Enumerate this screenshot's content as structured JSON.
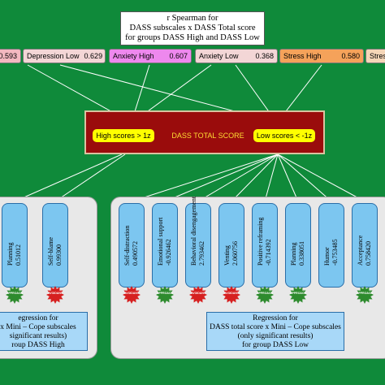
{
  "title": {
    "lines": [
      "r Spearman for",
      "DASS subscales x DASS Total score",
      "for groups DASS High and DASS Low"
    ]
  },
  "subscales": [
    {
      "label": "",
      "value": "0.593",
      "color": "#f3b8c0"
    },
    {
      "label": "Depression Low",
      "value": "0.629",
      "color": "#f3d6d6"
    },
    {
      "label": "Anxiety High",
      "value": "0.607",
      "color": "#ee88ee"
    },
    {
      "label": "Anxiety Low",
      "value": "0.368",
      "color": "#f3d6d6"
    },
    {
      "label": "Stress High",
      "value": "0.580",
      "color": "#f5a25a"
    },
    {
      "label": "Stres",
      "value": "",
      "color": "#f5d6b8"
    }
  ],
  "dass": {
    "center_label": "DASS TOTAL SCORE",
    "high_label": "High scores > 1z",
    "low_label": "Low scores < -1z",
    "box_color": "#9a0c0c",
    "pill_color": "#ffff00"
  },
  "high_group": {
    "items": [
      {
        "label": "Planning",
        "value": "0.51012",
        "badge": "approach"
      },
      {
        "label": "Self-blame",
        "value": "0.99300",
        "badge": "avoidant"
      }
    ],
    "regression": [
      "egression for",
      "x Mini – Cope subscales",
      "significant results)",
      "roup DASS High"
    ]
  },
  "low_group": {
    "items": [
      {
        "label": "Self-distraction",
        "value": "0.490572",
        "badge": "avoidant"
      },
      {
        "label": "Emotional support",
        "value": "-0.926462",
        "badge": "approach"
      },
      {
        "label": "Behavioral disengagement",
        "value": "2.793462",
        "badge": "avoidant"
      },
      {
        "label": "Venting",
        "value": "2.060756",
        "badge": "avoidant"
      },
      {
        "label": "Positive reframing",
        "value": "-0.714392",
        "badge": "approach"
      },
      {
        "label": "Planning",
        "value": "0.338051",
        "badge": "approach"
      },
      {
        "label": "Humor",
        "value": "-0.753485",
        "badge": ""
      },
      {
        "label": "Acceptance",
        "value": "0.758420",
        "badge": "approach"
      }
    ],
    "regression": [
      "Regression for",
      "DASS total score x Mini – Cope subscales",
      "(only significant results)",
      "for group DASS Low"
    ]
  },
  "badges": {
    "approach": {
      "text": "APPROACH",
      "color": "#2e8b2e"
    },
    "avoidant": {
      "text": "AVOIDANT",
      "color": "#d62020"
    }
  }
}
